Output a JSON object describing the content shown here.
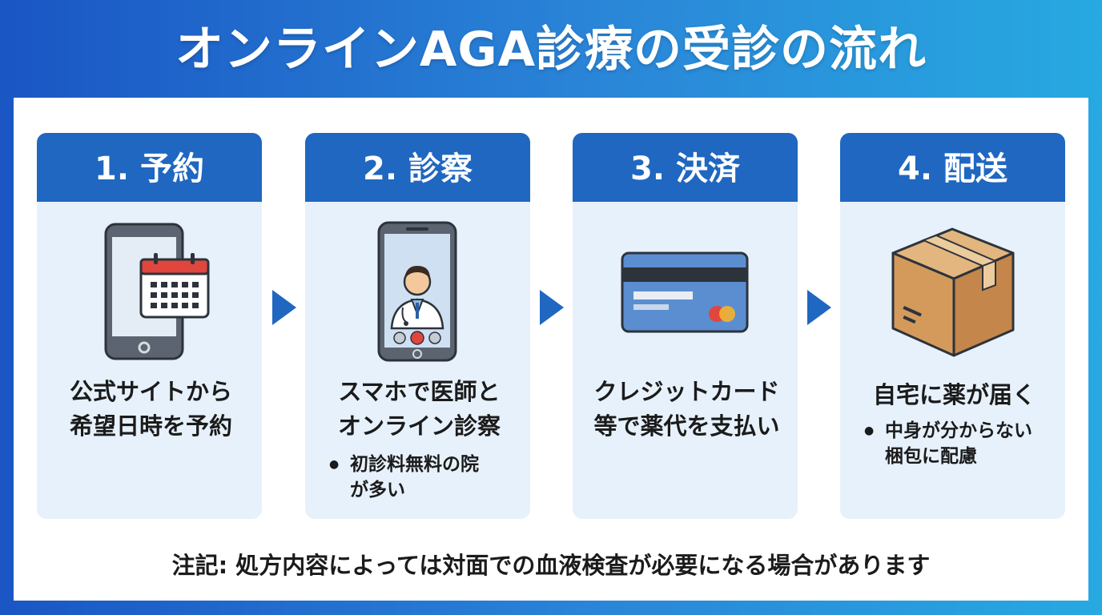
{
  "title": "オンラインAGA診療の受診の流れ",
  "steps": [
    {
      "header": "1. 予約",
      "icon": "smartphone-calendar-icon",
      "text": "公式サイトから\n希望日時を予約",
      "bullet": ""
    },
    {
      "header": "2. 診察",
      "icon": "video-call-doctor-icon",
      "text": "スマホで医師と\nオンライン診察",
      "bullet": "初診料無料の院\nが多い"
    },
    {
      "header": "3. 決済",
      "icon": "credit-card-icon",
      "text": "クレジットカード\n等で薬代を支払い",
      "bullet": ""
    },
    {
      "header": "4. 配送",
      "icon": "cardboard-box-icon",
      "text": "自宅に薬が届く",
      "bullet": "中身が分からない\n梱包に配慮"
    }
  ],
  "note": "注記: 処方内容によっては対面での血液検査が必要になる場合があります",
  "colors": {
    "header_blue": "#1f67c1",
    "card_bg": "#e7f1fb",
    "arrow_blue": "#1f67c1",
    "background_gradient_start": "#1a56c4",
    "background_gradient_end": "#27a9e1"
  }
}
